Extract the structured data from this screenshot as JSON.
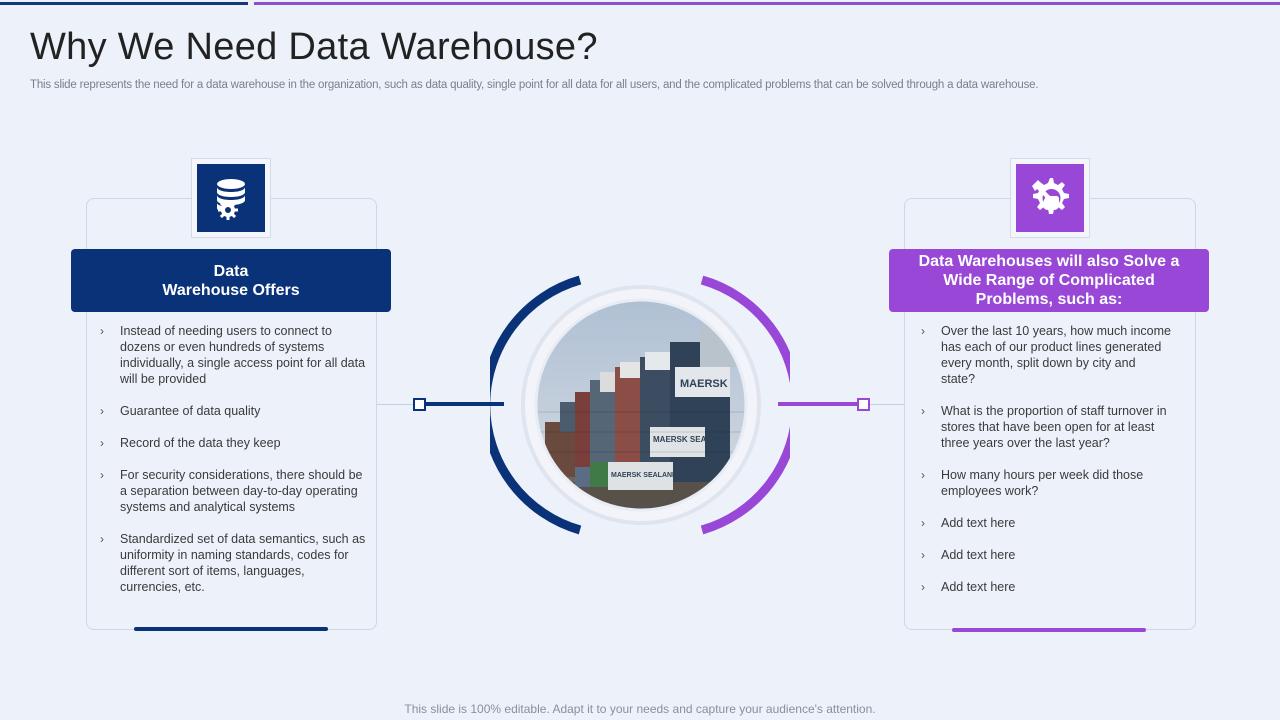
{
  "slide": {
    "title": "Why We Need Data Warehouse?",
    "subtitle": "This slide represents the need for a data warehouse in the organization, such as data quality, single point for all data for all users, and the complicated problems that can be solved through a data warehouse.",
    "footer": "This slide is 100% editable. Adapt it to your needs and capture your audience's attention."
  },
  "colors": {
    "navy": "#0a3279",
    "purple": "#9847d6"
  },
  "left_panel": {
    "icon": "database-gear-icon",
    "header": "Data\nWarehouse Offers",
    "items": [
      "Instead of needing users to connect to dozens or even hundreds of systems individually, a single access point for all data will be provided",
      "Guarantee of data quality",
      "Record of the data they keep",
      "For security considerations, there should be a separation between day-to-day operating systems and analytical systems",
      "Standardized set of data semantics, such as uniformity in naming standards, codes for different sort of items, languages, currencies, etc."
    ]
  },
  "right_panel": {
    "icon": "wrench-gear-hand-icon",
    "header": "Data Warehouses will also Solve a Wide Range of Complicated Problems, such as:",
    "items": [
      "Over the last 10 years, how much income has each of our product lines generated every month, split down by city and state?",
      "What is the proportion of staff turnover in stores that have been open for at least three years over the last year?",
      "How many hours per week did those employees work?",
      "Add text here",
      "Add text here",
      "Add text here"
    ]
  },
  "center_image": {
    "container_labels": [
      "MAERSK",
      "MAERSK SEALAND",
      "MAERSK SEALAND"
    ]
  }
}
